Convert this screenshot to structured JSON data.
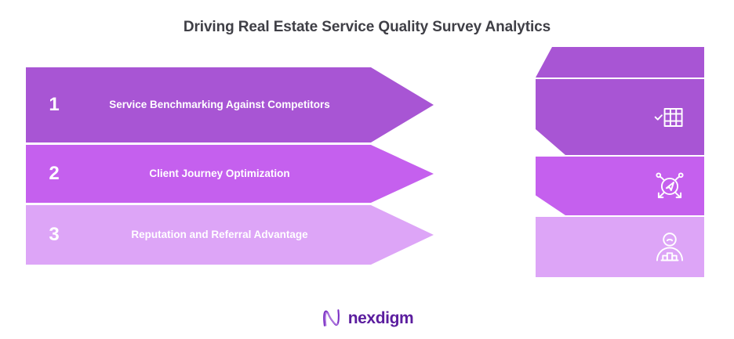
{
  "title": "Driving Real Estate Service Quality Survey Analytics",
  "theme": {
    "background": "#ffffff",
    "title_color": "#3f3f46",
    "row1_color": "#A855D4",
    "row2_color": "#C560EE",
    "row3_color": "#DDA5F7",
    "band_top_color": "#A855D4",
    "band1_color": "#A855D4",
    "band2_color": "#C560EE",
    "band3_color": "#DDA5F7",
    "number_color": "#ffffff",
    "label_color": "#ffffff",
    "icon_color": "#ffffff",
    "logo_color": "#5b1d9e",
    "logo_mark_color": "#7b2fc4"
  },
  "steps": [
    {
      "number": "1",
      "label": "Service Benchmarking Against Competitors",
      "icon": "table-check-icon"
    },
    {
      "number": "2",
      "label": "Client Journey Optimization",
      "icon": "navigation-network-icon"
    },
    {
      "number": "3",
      "label": "Reputation and Referral Advantage",
      "icon": "person-bar-chart-icon"
    }
  ],
  "logo": {
    "mark": "nexdigm-wave-mark",
    "word": "nexdigm"
  }
}
